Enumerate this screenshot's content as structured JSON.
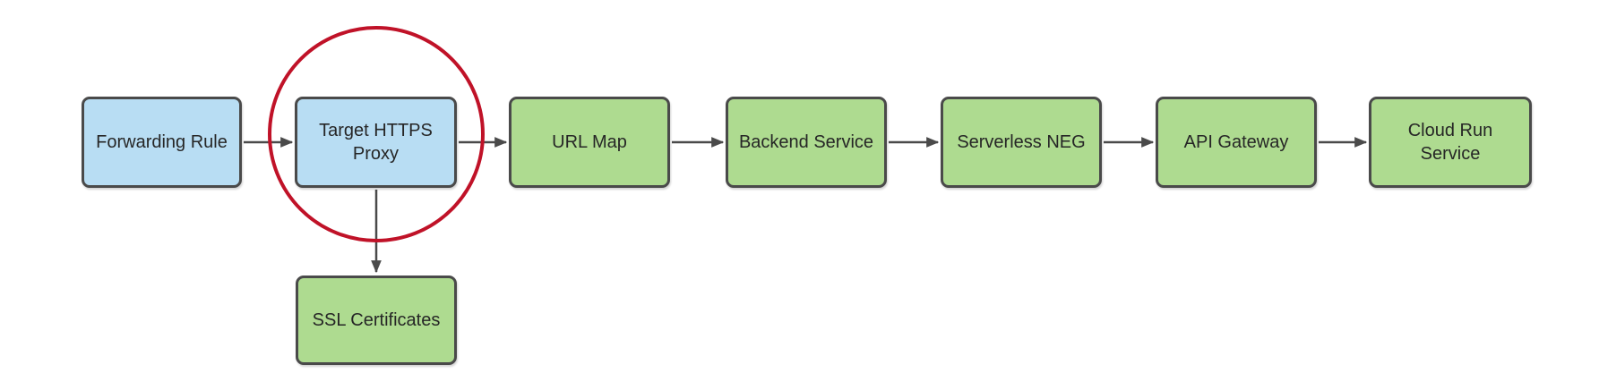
{
  "nodes": [
    {
      "id": "forwarding-rule",
      "label": "Forwarding Rule",
      "color": "blue",
      "highlighted": false
    },
    {
      "id": "target-https-proxy",
      "label": "Target HTTPS\nProxy",
      "color": "blue",
      "highlighted": true
    },
    {
      "id": "url-map",
      "label": "URL Map",
      "color": "green",
      "highlighted": false
    },
    {
      "id": "backend-service",
      "label": "Backend Service",
      "color": "green",
      "highlighted": false
    },
    {
      "id": "serverless-neg",
      "label": "Serverless NEG",
      "color": "green",
      "highlighted": false
    },
    {
      "id": "api-gateway",
      "label": "API Gateway",
      "color": "green",
      "highlighted": false
    },
    {
      "id": "cloud-run-service",
      "label": "Cloud Run\nService",
      "color": "green",
      "highlighted": false
    },
    {
      "id": "ssl-certificates",
      "label": "SSL Certificates",
      "color": "green",
      "highlighted": false
    }
  ],
  "edges": [
    {
      "from": "forwarding-rule",
      "to": "target-https-proxy",
      "direction": "right"
    },
    {
      "from": "target-https-proxy",
      "to": "url-map",
      "direction": "right"
    },
    {
      "from": "url-map",
      "to": "backend-service",
      "direction": "right"
    },
    {
      "from": "backend-service",
      "to": "serverless-neg",
      "direction": "right"
    },
    {
      "from": "serverless-neg",
      "to": "api-gateway",
      "direction": "right"
    },
    {
      "from": "api-gateway",
      "to": "cloud-run-service",
      "direction": "right"
    },
    {
      "from": "target-https-proxy",
      "to": "ssl-certificates",
      "direction": "down"
    }
  ],
  "annotations": {
    "highlight_circle_target": "target-https-proxy"
  },
  "colors": {
    "node_fill_blue": "#b8ddf3",
    "node_fill_green": "#aedb90",
    "node_border": "#4a4a4a",
    "arrow": "#4a4a4a",
    "highlight_circle": "#c01228",
    "text": "#262626",
    "background": "#ffffff"
  }
}
